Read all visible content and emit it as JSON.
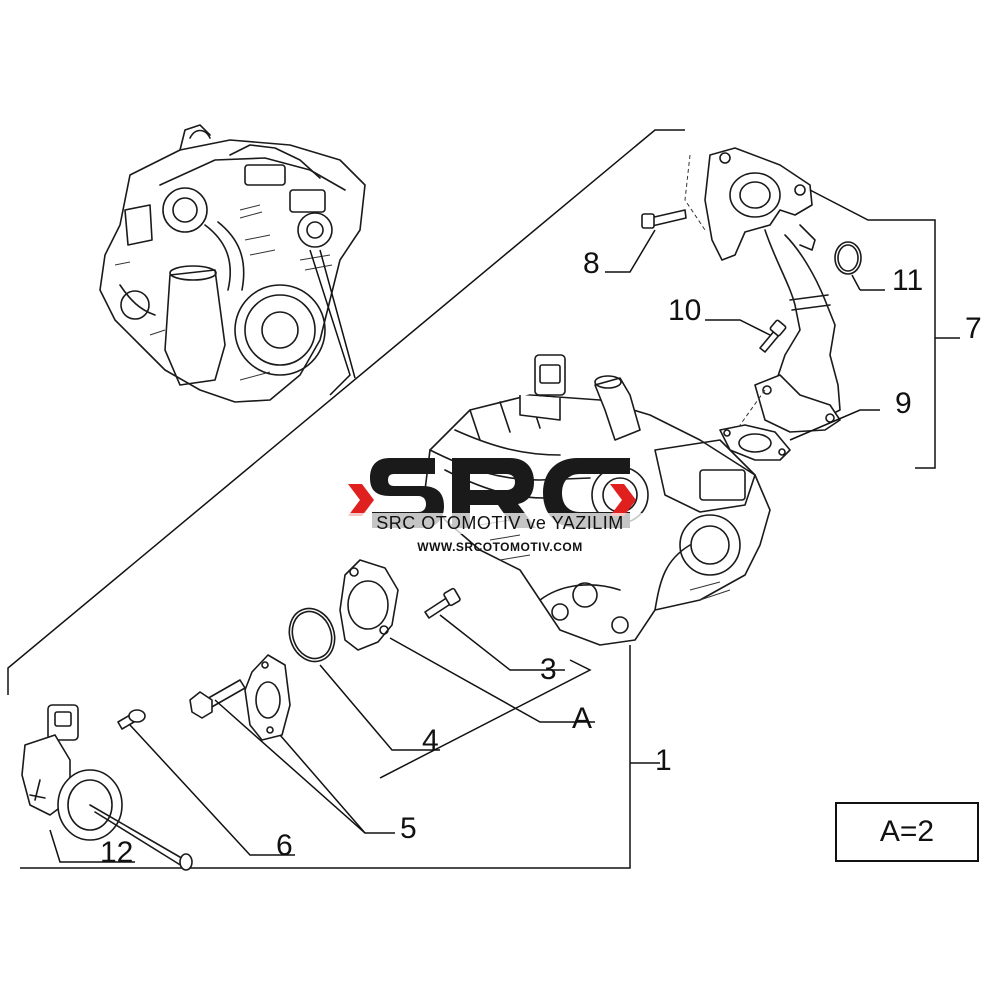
{
  "callouts": {
    "c1": "1",
    "c3": "3",
    "c4": "4",
    "c5": "5",
    "c6": "6",
    "c7": "7",
    "c8": "8",
    "c9": "9",
    "c10": "10",
    "c11": "11",
    "c12": "12",
    "cA": "A"
  },
  "note": "A=2",
  "watermark": {
    "logo_text": "SRC",
    "company": "SRC OTOMOTIV ve YAZILIM",
    "url": "WWW.SRCOTOMOTIV.COM",
    "accent_color": "#e0201e",
    "dark_color": "#1a1a1a"
  },
  "icons": [
    "engine-illustration",
    "egr-valve-module",
    "egr-pipe",
    "gasket",
    "o-ring",
    "bolt",
    "vacuum-actuator"
  ]
}
